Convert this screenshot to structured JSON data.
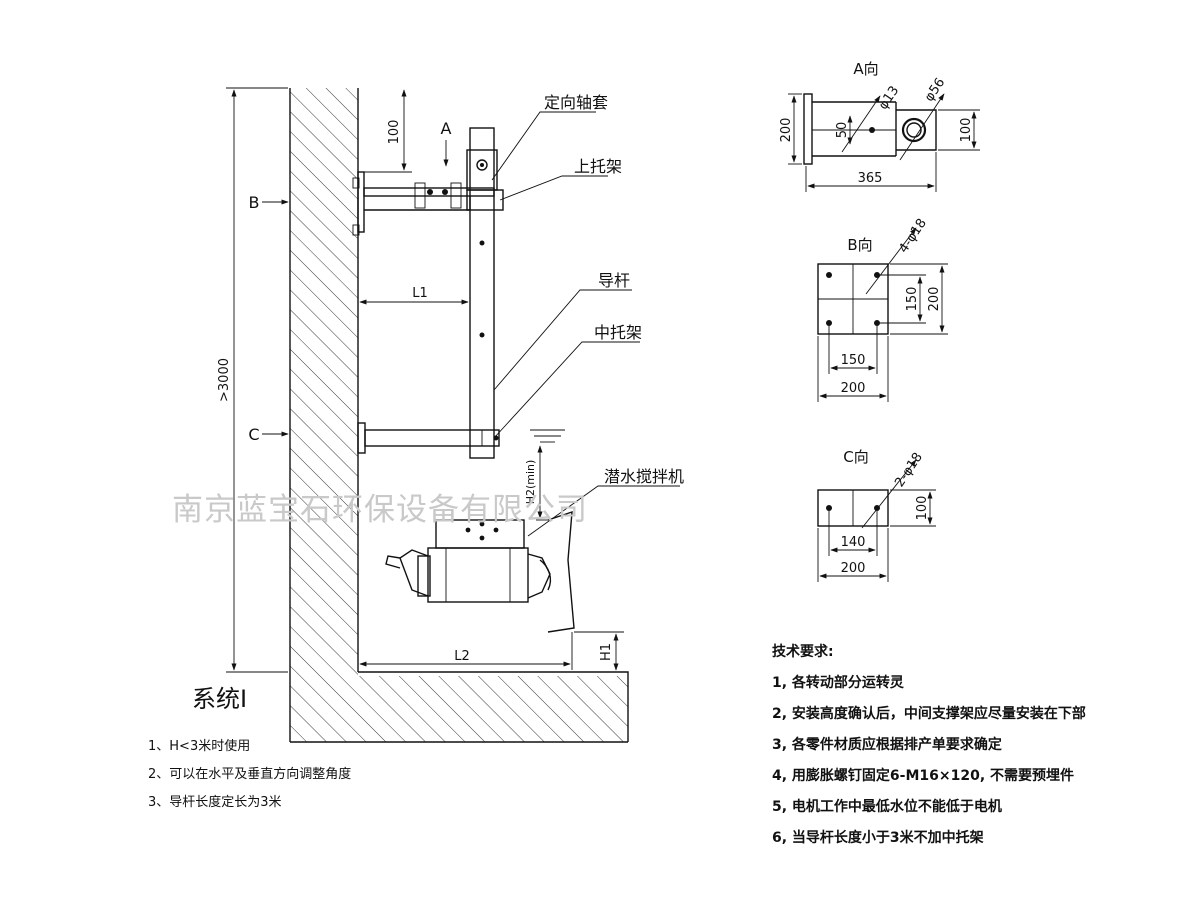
{
  "watermark": "南京蓝宝石环保设备有限公司",
  "main_view": {
    "title": "系统Ⅰ",
    "labels": {
      "orient_sleeve": "定向轴套",
      "upper_bracket": "上托架",
      "guide_rod": "导杆",
      "middle_bracket": "中托架",
      "mixer": "潜水搅拌机"
    },
    "view_markers": {
      "a": "A",
      "b": "B",
      "c": "C"
    },
    "dims": {
      "top_100": "100",
      "height": ">3000",
      "l1": "L1",
      "l2": "L2",
      "h1": "H1",
      "h2": "H2(min)"
    }
  },
  "notes": [
    "1、H<3米时使用",
    "2、可以在水平及垂直方向调整角度",
    "3、导杆长度定长为3米"
  ],
  "view_a": {
    "title": "A向",
    "dims": {
      "d13": "φ13",
      "d56": "φ56",
      "w200": "200",
      "h50": "50",
      "h100": "100",
      "l365": "365"
    }
  },
  "view_b": {
    "title": "B向",
    "dims": {
      "holes": "4-φ18",
      "v150": "150",
      "v200": "200",
      "h150": "150",
      "h200": "200"
    }
  },
  "view_c": {
    "title": "C向",
    "dims": {
      "holes": "2-φ18",
      "v100": "100",
      "h140": "140",
      "h200": "200"
    }
  },
  "tech": {
    "title": "技术要求:",
    "items": [
      "1, 各转动部分运转灵",
      "2, 安装高度确认后，中间支撑架应尽量安装在下部",
      "3, 各零件材质应根据排产单要求确定",
      "4, 用膨胀螺钉固定6-M16×120, 不需要预埋件",
      "5, 电机工作中最低水位不能低于电机",
      "6, 当导杆长度小于3米不加中托架"
    ]
  }
}
